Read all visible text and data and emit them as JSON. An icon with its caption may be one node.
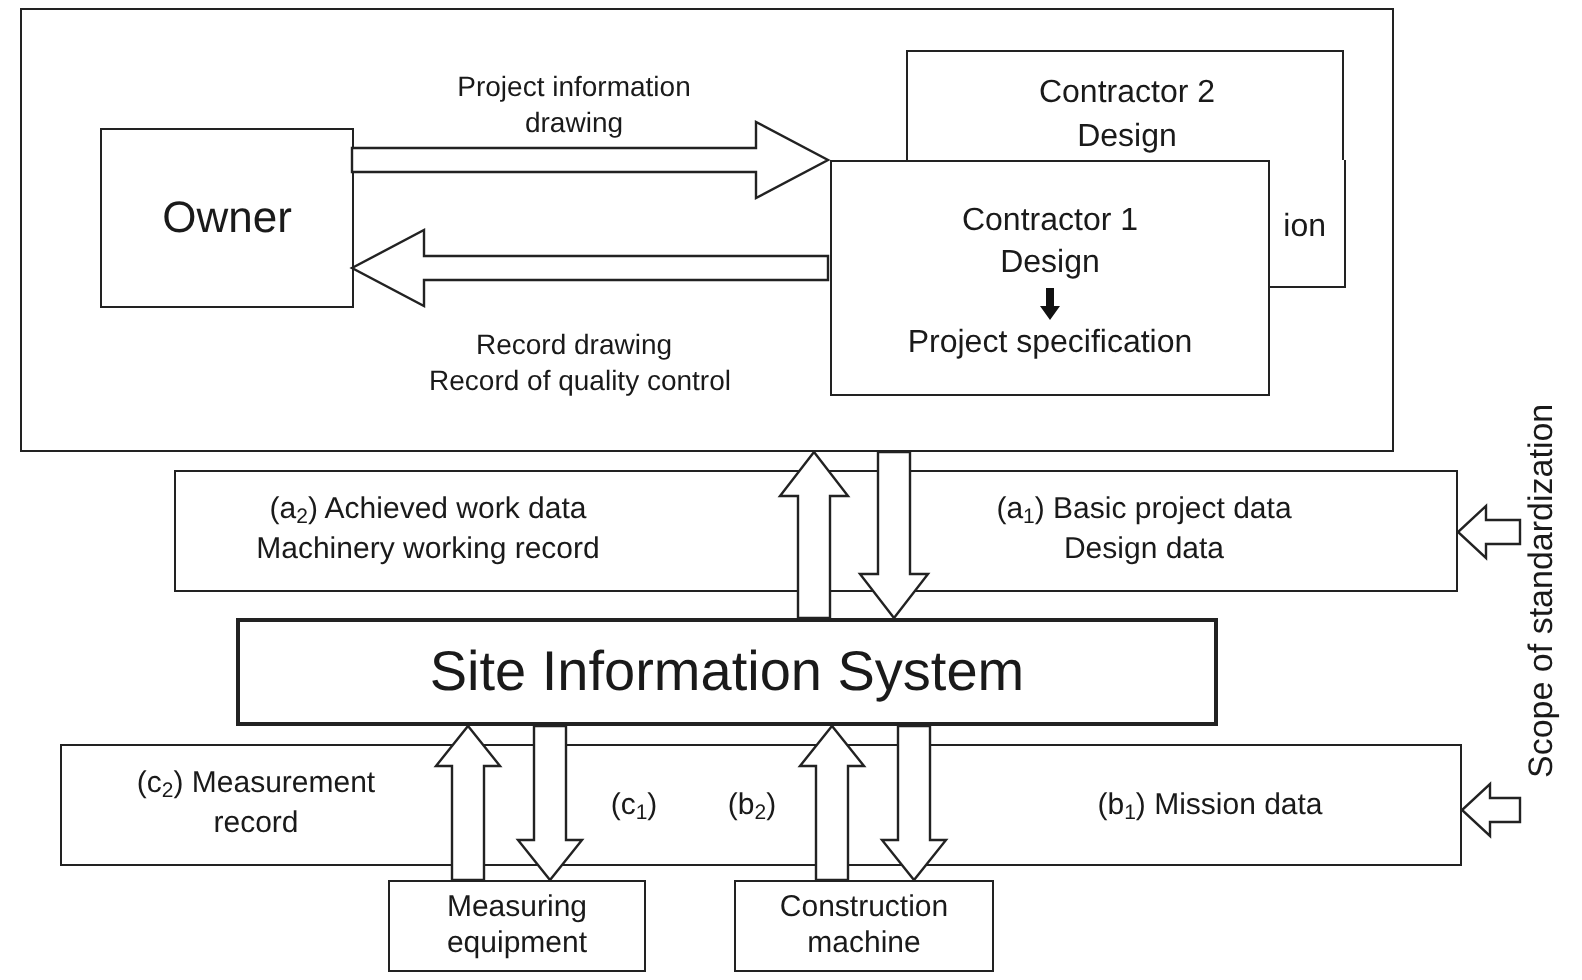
{
  "diagram": {
    "nodes": [
      {
        "text": [],
        "shape": "box"
      },
      {
        "text": [
          "Owner"
        ],
        "in": 0
      },
      {
        "text": [
          "Contractor 2",
          "Design",
          "ion"
        ],
        "in": 0
      },
      {
        "text": [
          "Contractor 1",
          "Design",
          "Project specification"
        ],
        "in": 0
      },
      {
        "text": [
          "(a$_{2}$) Achieved work data Machinery working record",
          "(a$_{1}$) Basic project data Design data"
        ]
      },
      {
        "text": [
          "Site Information System"
        ]
      },
      {
        "text": [
          "(c$_{2}$) Measurement record",
          "(c$_{1}$)",
          "(b$_{2}$)",
          "(b$_{1}$) Mission data"
        ]
      },
      {
        "text": [
          "Measuring equipment"
        ]
      },
      {
        "text": [
          "Construction machine"
        ]
      },
      {
        "text": [
          "Scope of standardization"
        ]
      }
    ],
    "edges": [
      {
        "from": 1,
        "to": 3,
        "arrow": "to",
        "label": "Project information drawing"
      },
      {
        "from": 3,
        "to": 1,
        "arrow": "to",
        "label": "Record drawing"
      },
      {
        "from": 5,
        "to": 0,
        "arrow": "to"
      },
      {
        "from": 0,
        "to": 5,
        "arrow": "to"
      },
      {
        "from": 7,
        "to": 5,
        "arrow": "to"
      },
      {
        "from": 5,
        "to": 7,
        "arrow": "to"
      },
      {
        "from": 8,
        "to": 5,
        "arrow": "to"
      },
      {
        "from": 5,
        "to": 8,
        "arrow": "to"
      },
      {
        "from": 9,
        "to": 4,
        "arrow": "to"
      },
      {
        "from": 9,
        "to": 6,
        "arrow": "to"
      }
    ],
    "labels": [
      "Record of quality control"
    ]
  }
}
